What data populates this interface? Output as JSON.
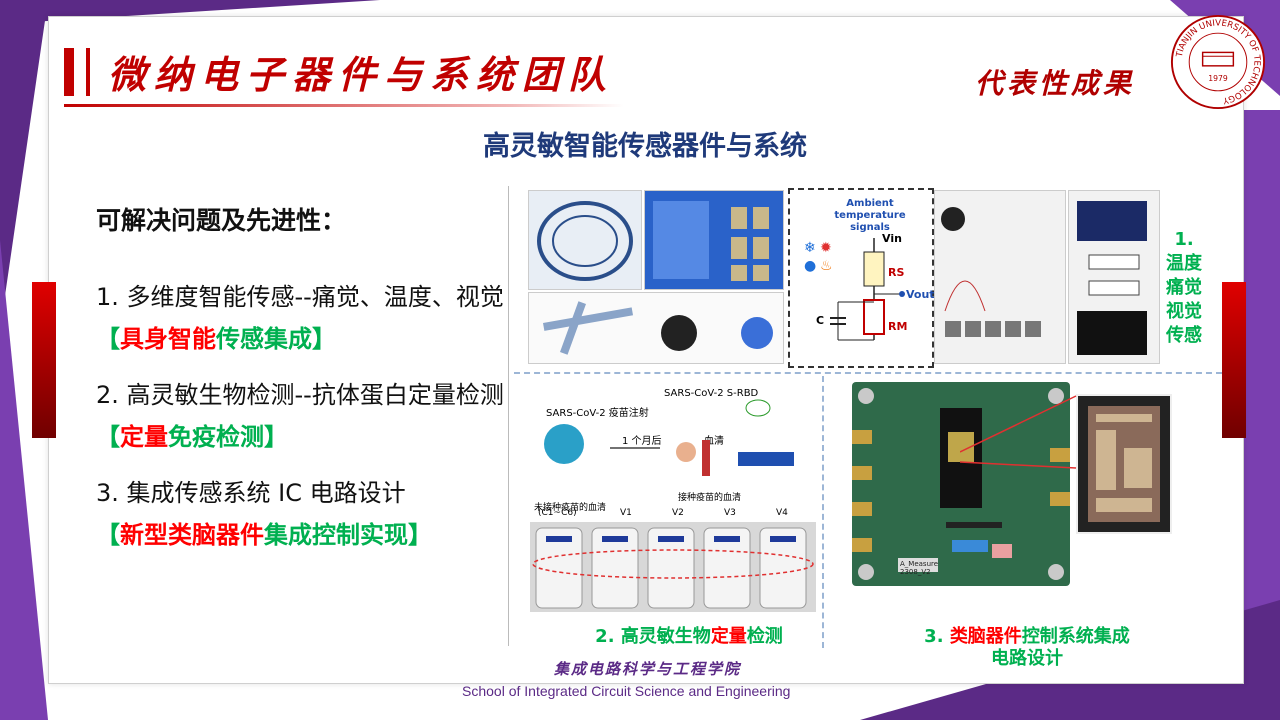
{
  "header": {
    "title": "微纳电子器件与系统团队",
    "representative": "代表性成果",
    "seal_text": "TIANJIN UNIVERSITY OF TECHNOLOGY",
    "seal_year": "1979"
  },
  "subtitle": "高灵敏智能传感器件与系统",
  "left": {
    "heading": "可解决问题及先进性：",
    "items": [
      {
        "text": "1.  多维度智能传感--痛觉、温度、视觉",
        "tag_open": "【",
        "tag_red": "具身智能",
        "tag_green": "传感集成",
        "tag_close": "】"
      },
      {
        "text": "2. 高灵敏生物检测--抗体蛋白定量检测",
        "tag_open": "【",
        "tag_red": "定量",
        "tag_green": "免疫检测",
        "tag_close": "】"
      },
      {
        "text": "3. 集成传感系统 IC 电路设计",
        "tag_open": "【",
        "tag_red": "新型类脑器件",
        "tag_green": "集成控制实现",
        "tag_close": "】"
      }
    ]
  },
  "figures": {
    "fig1_label_num": "1.",
    "fig1_label_lines": [
      "温度",
      "痛觉",
      "视觉",
      "传感"
    ],
    "fig1_circuit": {
      "title": "Ambient temperature signals",
      "vin": "Vin",
      "vout": "Vout",
      "rs": "RS",
      "rm": "RM",
      "c": "C"
    },
    "fig2_label_num": "2. ",
    "fig2_label_plain": "高灵敏生物",
    "fig2_label_red": "定量",
    "fig2_label_green": "检测",
    "fig2_texts": {
      "sars_vaccine": "SARS-CoV-2 疫苗注射",
      "sars_rbd": "SARS-CoV-2 S-RBD",
      "month": "1 个月后",
      "serum": "血清",
      "unvaccinated": "未接种疫苗的血清",
      "unvaccinated_sub": "(C1~C6)",
      "vaccinated": "接种疫苗的血清",
      "strips": [
        "V1",
        "V2",
        "V3",
        "V4"
      ]
    },
    "fig3_label_num": "3. ",
    "fig3_label_red": "类脑器件",
    "fig3_label_green": "控制系统集成",
    "fig3_label_line2": "电路设计",
    "fig3_board_text": "A_Measure 2308_V2"
  },
  "footer": {
    "cn": "集成电路科学与工程学院",
    "en": "School of Integrated Circuit Science and Engineering"
  },
  "colors": {
    "primary_red": "#c00000",
    "purple": "#7a3fb0",
    "navy": "#1f3a7a",
    "green": "#00b050"
  }
}
